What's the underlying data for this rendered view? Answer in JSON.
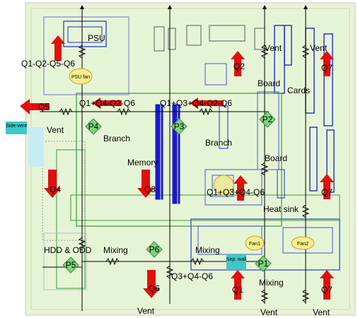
{
  "labels": {
    "psu": "PSU",
    "psu_fan": "PSU fan",
    "q1q2q5q6": "Q1-Q2-Q5-Q6",
    "q2": "Q2",
    "q7_top": "Q7",
    "board_top": "Board",
    "cards": "Cards",
    "vent_top1": "Vent",
    "vent_top2": "Vent",
    "q5": "Q5",
    "q1q4q2q6": "Q1+Q4-Q2-Q6",
    "q1q3q4q2q6": "Q1+Q3+Q4-Q2-Q6",
    "side_vent": "Side-vent",
    "vent_left": "Vent",
    "p4": "P4",
    "branch_left": "Branch",
    "p3": "P3",
    "p2": "P2",
    "branch_mid": "Branch",
    "memory": "Memory",
    "board_mid": "Board",
    "q4": "Q4",
    "q3": "Q3",
    "q1q3q4q6": "Q1+Q3+Q4-Q6",
    "q7_mid": "Q7",
    "heat_sink": "Heat sink",
    "hdd_odd": "HDD & ODD",
    "p5": "P5",
    "mixing_left": "Mixing",
    "p6": "P6",
    "mixing_mid": "Mixing",
    "sep_wall": "Sep. wall",
    "p1": "P1",
    "fan1": "Fan1",
    "fan2": "Fan2",
    "q3q4q6": "Q3+Q4-Q6",
    "q6": "Q6",
    "q1": "Q1",
    "mixing_right": "Mixing",
    "q7_bot": "Q7",
    "vent_bot1": "Vent",
    "vent_bot2": "Vent",
    "vent_bot3": "Vent"
  },
  "colors": {
    "background": "#e6f4d6",
    "arrow": "#e01010",
    "node": "#7fd47f",
    "memory_blue": "#1a1acc",
    "outline_blue": "#4a55d6",
    "fan_yellow": "#f5ee8a",
    "side_vent": "#3ec8c8"
  }
}
